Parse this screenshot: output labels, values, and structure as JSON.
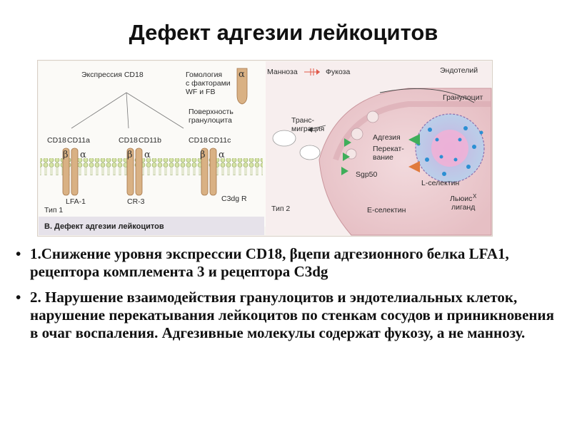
{
  "title": "Дефект адгезии лейкоцитов",
  "figure": {
    "type1": {
      "expression_label": "Экспрессия CD18",
      "homology_label": [
        "Гомология",
        "с факторами",
        "WF и FB"
      ],
      "surface_label": [
        "Поверхность",
        "гранулоцита"
      ],
      "alpha_top": "α",
      "receptors": [
        {
          "chain1": "CD18",
          "chain2": "CD11a",
          "beta": "β",
          "alpha": "α",
          "name": "LFA-1"
        },
        {
          "chain1": "CD18",
          "chain2": "CD11b",
          "beta": "β",
          "alpha": "α",
          "name": "CR-3"
        },
        {
          "chain1": "CD18",
          "chain2": "CD11c",
          "beta": "β",
          "alpha": "α",
          "name": "C3dg R"
        }
      ],
      "type_label": "Тип 1"
    },
    "type2": {
      "mannose_label": "Манноза",
      "fucose_label": "Фукоза",
      "endothelium_label": "Эндотелий",
      "granulocyte_label": "Гранулоцит",
      "transmigration_label": [
        "Транс-",
        "миграция"
      ],
      "adhesion_label": "Адгезия",
      "rolling_label": [
        "Перекат-",
        "вание"
      ],
      "sgp50_label": "Sgp50",
      "lselectin_label": "L-селектин",
      "eselectin_label": "E-селектин",
      "lewis_label": [
        "Льюис",
        "лиганд"
      ],
      "lewis_sup": "X",
      "type_label": "Тип 2"
    },
    "caption": "B. Дефект адгезии лейкоцитов"
  },
  "bullets": [
    {
      "marker": "•",
      "text": "1.Снижение уровня экспрессии CD18, βцепи адгезионного белка LFA1, рецептора комплемента 3 и рецептора C3dg"
    },
    {
      "marker": "•",
      "text": "2. Нарушение взаимодействия гранулоцитов и эндотелиальных клеток, нарушение перекатывания лейкоцитов по стенкам сосудов и приникновения в очаг воспаления. Адгезивные молекулы содержат фукозу, а не маннозу."
    }
  ]
}
